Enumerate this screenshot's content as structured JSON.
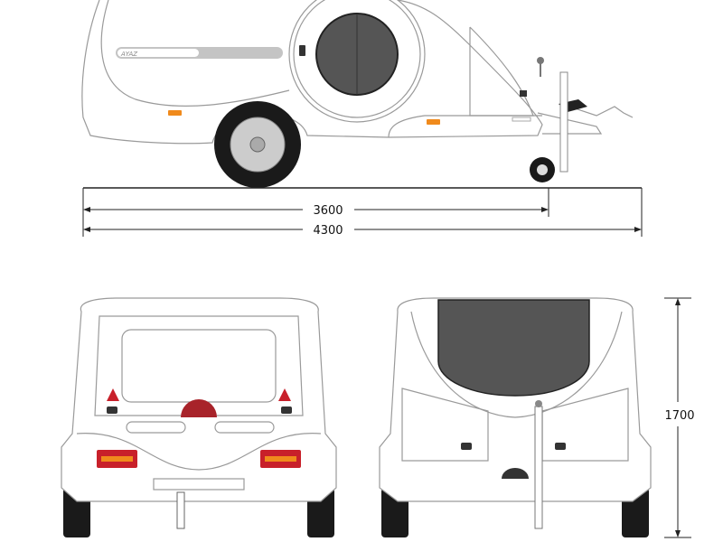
{
  "drawing": {
    "brand_label": "AYAZ",
    "dimensions": {
      "wheelbase_length": "3600",
      "overall_length": "4300",
      "overall_height": "1700"
    },
    "colors": {
      "outline": "#9a9a9a",
      "window": "#555555",
      "tire": "#1a1a1a",
      "side_marker": "#f08a1c",
      "rear_lamp": "#c8202a",
      "trim_strip": "#c4c4c4",
      "logo": "#a8232a"
    }
  }
}
